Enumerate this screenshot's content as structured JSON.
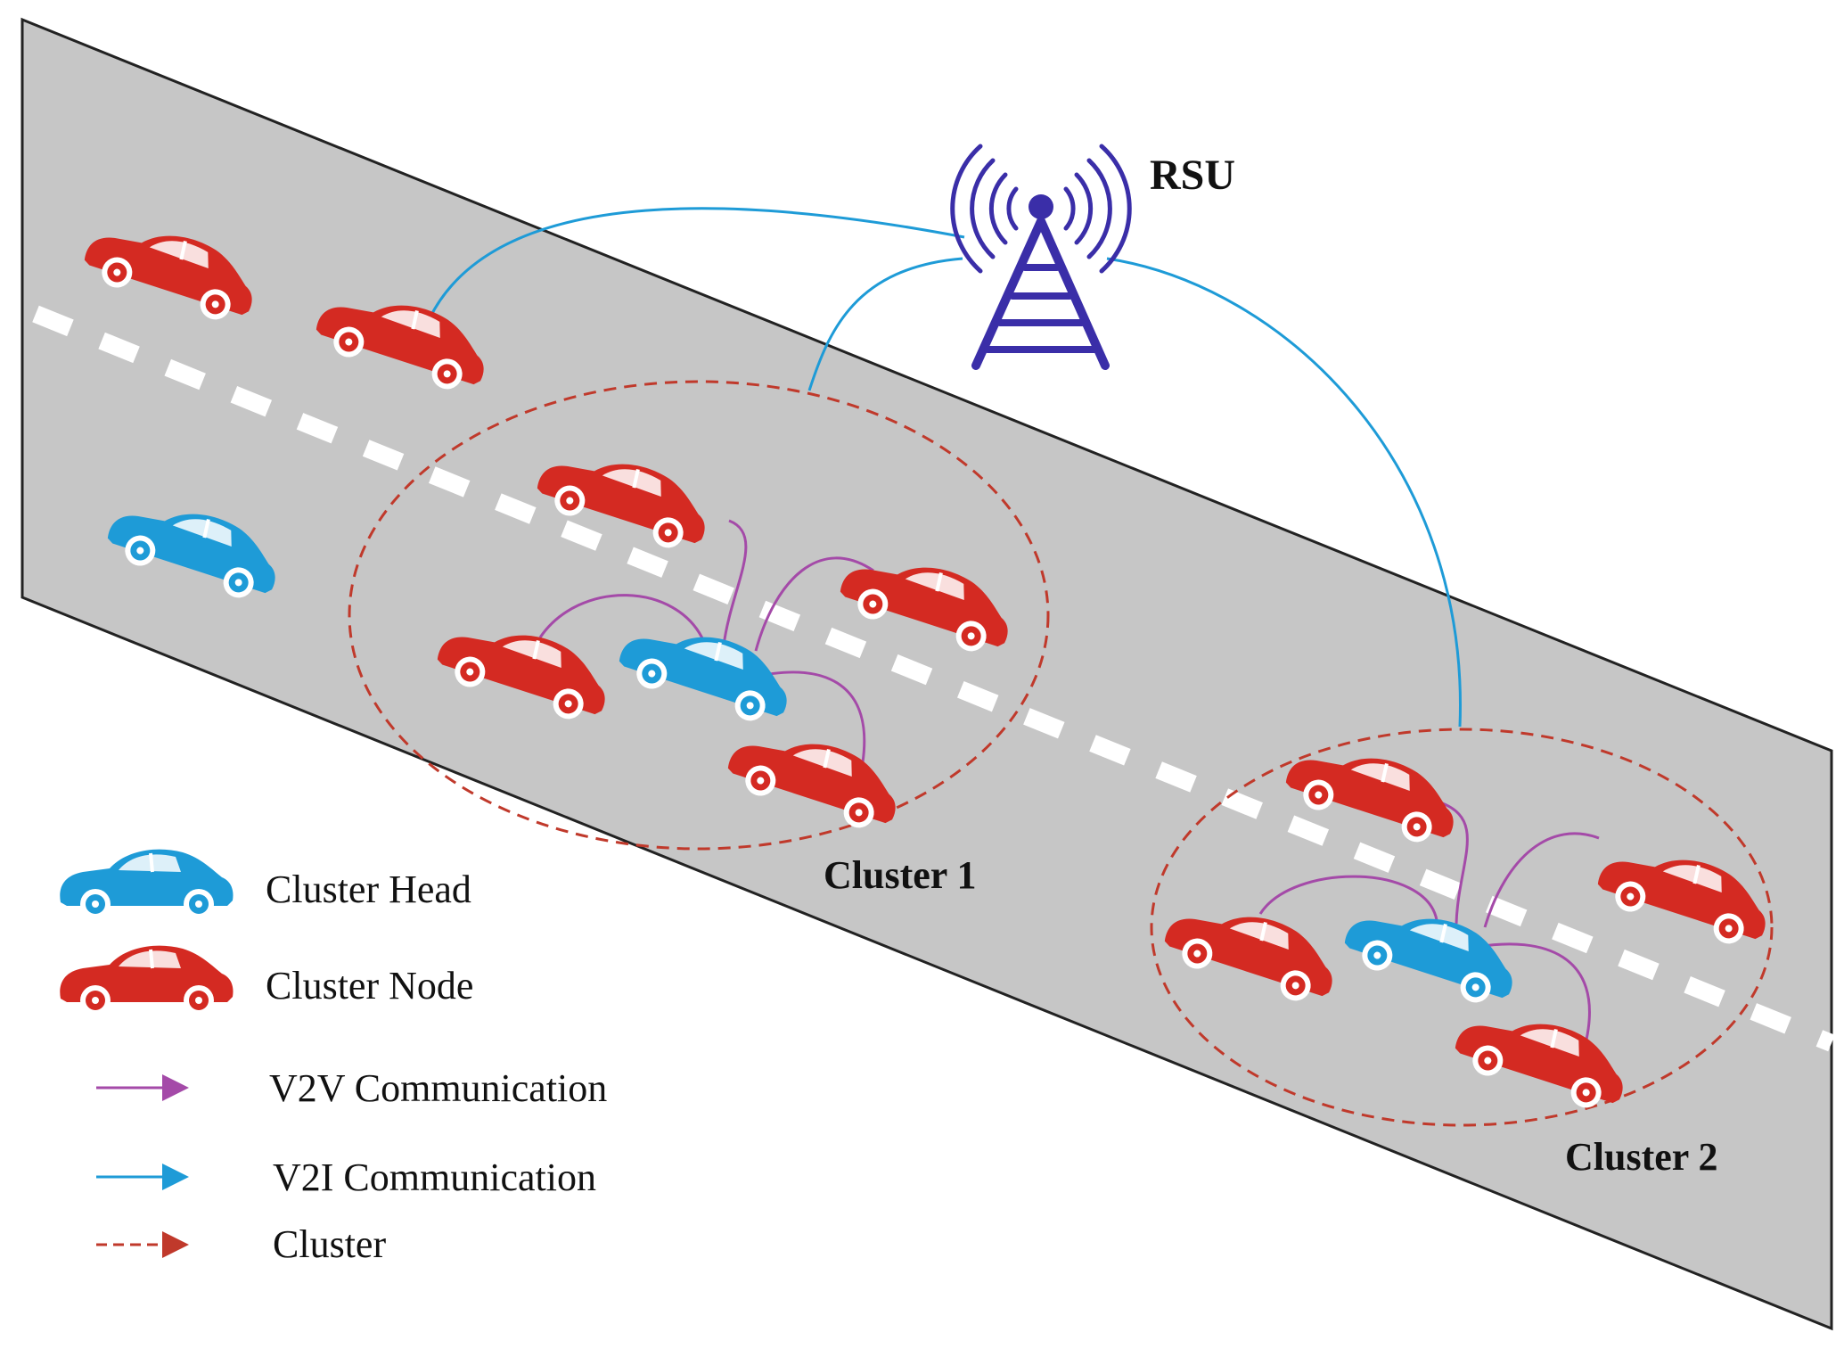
{
  "rsu": {
    "label": "RSU"
  },
  "clusters": [
    {
      "label": "Cluster 1"
    },
    {
      "label": "Cluster 2"
    }
  ],
  "legend": {
    "cluster_head": "Cluster Head",
    "cluster_node": "Cluster Node",
    "v2v": "V2V Communication",
    "v2i": "V2I Communication",
    "cluster": "Cluster"
  },
  "colors": {
    "road": "#c6c6c6",
    "lane_marking": "#ffffff",
    "cluster_node": "#d42a22",
    "cluster_head": "#1e9bd7",
    "rsu": "#3a2ea8",
    "v2v_link": "#a44aa8",
    "v2i_link": "#1e9bd7",
    "cluster_boundary": "#c0392b"
  },
  "icons": [
    "car-icon",
    "rsu-tower-icon"
  ]
}
